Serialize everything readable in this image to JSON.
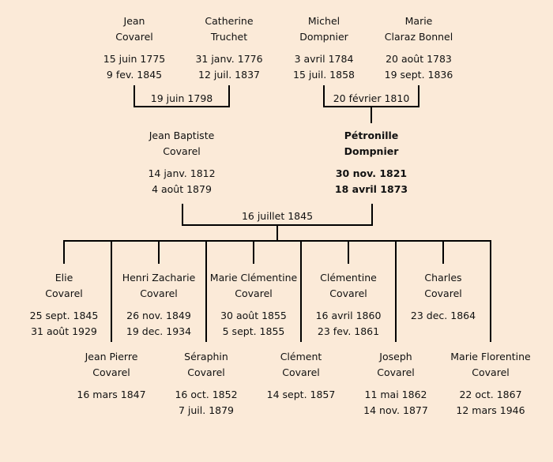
{
  "grandparents": [
    {
      "name1": "Jean",
      "name2": "Covarel",
      "birth": "15 juin 1775",
      "death": "9 fev. 1845"
    },
    {
      "name1": "Catherine",
      "name2": "Truchet",
      "birth": "31 janv. 1776",
      "death": "12 juil. 1837"
    },
    {
      "name1": "Michel",
      "name2": "Dompnier",
      "birth": "3 avril 1784",
      "death": "15 juil. 1858"
    },
    {
      "name1": "Marie",
      "name2": "Claraz Bonnel",
      "birth": "20 août 1783",
      "death": "19 sept. 1836"
    }
  ],
  "parents": [
    {
      "name1": "Jean Baptiste",
      "name2": "Covarel",
      "birth": "14 janv. 1812",
      "death": "4 août 1879"
    },
    {
      "name1": "Pétronille",
      "name2": "Dompnier",
      "birth": "30 nov. 1821",
      "death": "18 avril 1873"
    }
  ],
  "marriages": {
    "covarel_truchet": "19 juin 1798",
    "dompnier_claraz": "20 février 1810",
    "parents": "16 juillet 1845"
  },
  "children": [
    {
      "name1": "Elie",
      "name2": "Covarel",
      "birth": "25 sept. 1845",
      "death": "31 août 1929"
    },
    {
      "name1": "Jean Pierre",
      "name2": "Covarel",
      "birth": "16 mars 1847",
      "death": null
    },
    {
      "name1": "Henri Zacharie",
      "name2": "Covarel",
      "birth": "26 nov. 1849",
      "death": "19 dec. 1934"
    },
    {
      "name1": "Séraphin",
      "name2": "Covarel",
      "birth": "16 oct. 1852",
      "death": "7 juil. 1879"
    },
    {
      "name1": "Marie Clémentine",
      "name2": "Covarel",
      "birth": "30 août 1855",
      "death": "5 sept. 1855"
    },
    {
      "name1": "Clément",
      "name2": "Covarel",
      "birth": "14 sept. 1857",
      "death": null
    },
    {
      "name1": "Clémentine",
      "name2": "Covarel",
      "birth": "16 avril 1860",
      "death": "23 fev. 1861"
    },
    {
      "name1": "Joseph",
      "name2": "Covarel",
      "birth": "11 mai 1862",
      "death": "14 nov. 1877"
    },
    {
      "name1": "Charles",
      "name2": "Covarel",
      "birth": "23 dec. 1864",
      "death": null
    },
    {
      "name1": "Marie Florentine",
      "name2": "Covarel",
      "birth": "22 oct. 1867",
      "death": "12 mars 1946"
    }
  ]
}
